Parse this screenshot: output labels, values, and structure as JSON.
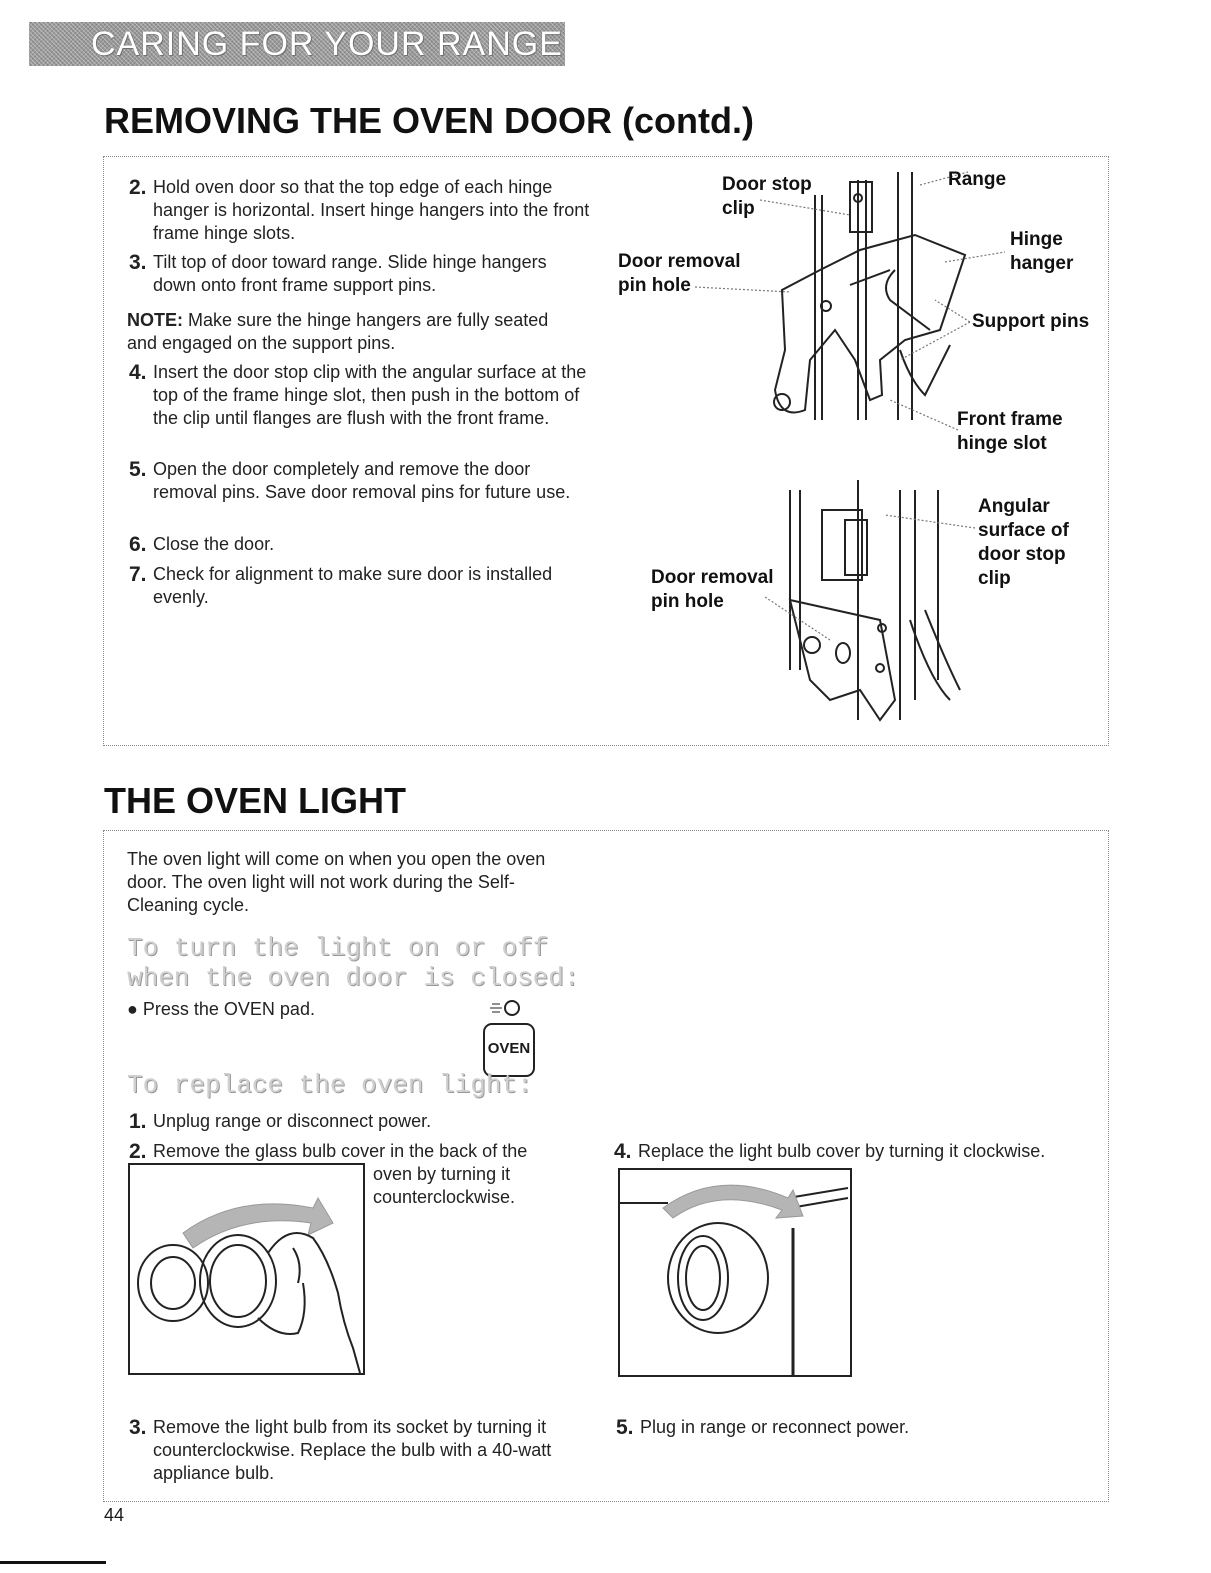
{
  "banner": {
    "text": "CARING FOR YOUR RANGE"
  },
  "section1": {
    "title": "REMOVING THE OVEN DOOR (contd.)",
    "steps": [
      {
        "num": "2.",
        "text": "Hold oven door so that the top edge of each hinge hanger is horizontal. Insert hinge hangers into the front frame hinge slots."
      },
      {
        "num": "3.",
        "text": "Tilt top of door toward range. Slide hinge hangers down onto front frame support pins."
      },
      {
        "num": "4.",
        "text": "Insert the door stop clip with the angular surface at the top of the frame hinge slot, then push in the bottom of the clip until flanges are flush with the front frame."
      },
      {
        "num": "5.",
        "text": "Open the door completely and remove the door removal pins. Save door removal pins for future use."
      },
      {
        "num": "6.",
        "text": "Close the door."
      },
      {
        "num": "7.",
        "text": "Check for alignment to make sure door is installed evenly."
      }
    ],
    "note": {
      "label": "NOTE:",
      "text": "Make sure the hinge hangers are fully seated and engaged on the support pins."
    },
    "diagram1_labels": {
      "door_stop_clip": "Door stop clip",
      "range": "Range",
      "hinge_hanger": "Hinge hanger",
      "door_removal_pin_hole": "Door removal pin hole",
      "support_pins": "Support pins",
      "front_frame_hinge_slot": "Front frame hinge slot"
    },
    "diagram2_labels": {
      "angular_surface": "Angular surface of door stop clip",
      "door_removal_pin_hole": "Door removal pin hole"
    }
  },
  "section2": {
    "title": "THE OVEN LIGHT",
    "intro": "The oven light will come on when you open the oven door. The oven light will not work during the Self-Cleaning cycle.",
    "sub1": "To turn the light on or off when the oven door is closed:",
    "bullet": "Press the OVEN pad.",
    "oven_pad_label": "OVEN",
    "sub2": "To replace the oven light:",
    "step1": {
      "num": "1.",
      "text": "Unplug range or disconnect power."
    },
    "step2": {
      "num": "2.",
      "text_a": "Remove the glass bulb cover in the back of the",
      "text_b": "oven by turning it counterclockwise."
    },
    "step3": {
      "num": "3.",
      "text": "Remove the light bulb from its socket by turning it counterclockwise. Replace the bulb with a 40-watt appliance bulb."
    },
    "step4": {
      "num": "4.",
      "text": "Replace the light bulb cover by turning it clockwise."
    },
    "step5": {
      "num": "5.",
      "text": "Plug in range or reconnect power."
    }
  },
  "page_number": "44"
}
